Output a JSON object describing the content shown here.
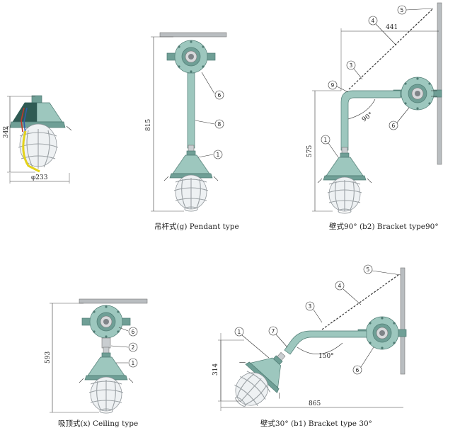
{
  "figures": {
    "fig1": {
      "dim_height": "342",
      "dim_width": "φ233"
    },
    "pendant": {
      "caption": "吊杆式(g) Pendant type",
      "dim_height": "815",
      "callouts": [
        "6",
        "8",
        "1"
      ]
    },
    "bracket90": {
      "caption": "壁式90°  (b2) Bracket  type90°",
      "dim_width": "441",
      "dim_height": "575",
      "angle": "90°",
      "callouts": [
        "5",
        "4",
        "3",
        "9",
        "6",
        "1"
      ]
    },
    "ceiling": {
      "caption": "吸顶式(x) Ceiling type",
      "dim_height": "593",
      "callouts": [
        "6",
        "2",
        "1"
      ]
    },
    "bracket30": {
      "caption": "壁式30°  (b1) Bracket  type 30°",
      "dim_width": "865",
      "dim_height": "314",
      "angle": "150°",
      "callouts": [
        "5",
        "4",
        "3",
        "1",
        "7",
        "6"
      ]
    }
  },
  "colors": {
    "body": "#9dc7be",
    "body_outline": "#4f7b73",
    "globe": "#eef1f3",
    "guard": "#9aa0a4",
    "cable": "#e3d21b",
    "wire_red": "#c0392b",
    "wire_blue": "#2e5fa8"
  }
}
